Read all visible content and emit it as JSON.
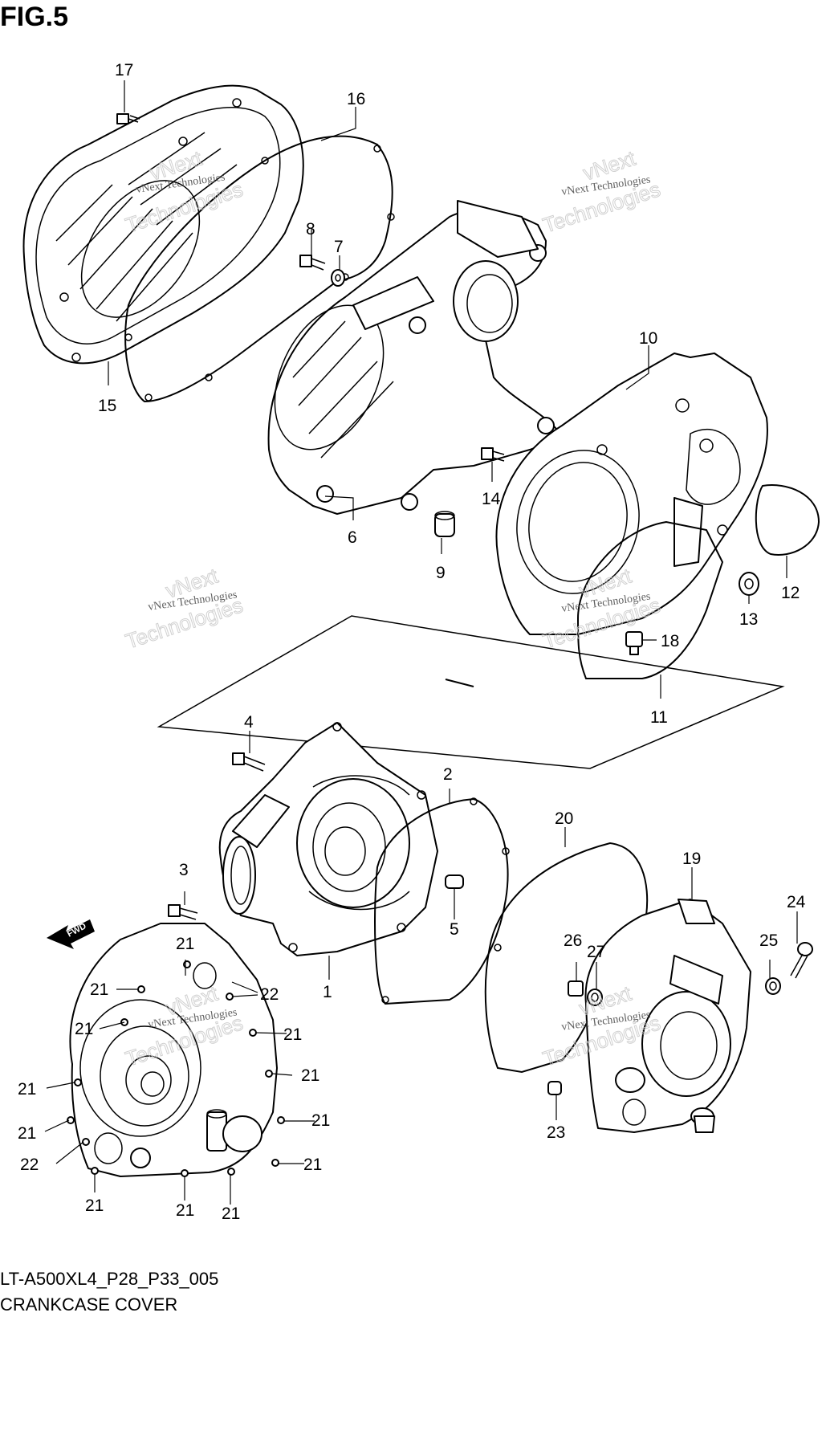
{
  "figure": {
    "title": "FIG.5",
    "code": "LT-A500XL4_P28_P33_005",
    "caption": "CRANKCASE COVER"
  },
  "watermarks": {
    "brand_small": "vNext Technologies",
    "brand_line1": "vNext",
    "brand_line2": "Technologies"
  },
  "fwd_arrow": {
    "label": "FWD"
  },
  "callouts": {
    "c1": "1",
    "c2": "2",
    "c3": "3",
    "c4": "4",
    "c5": "5",
    "c6": "6",
    "c7": "7",
    "c8": "8",
    "c9": "9",
    "c10": "10",
    "c11": "11",
    "c12": "12",
    "c13": "13",
    "c14": "14",
    "c15": "15",
    "c16": "16",
    "c17": "17",
    "c18": "18",
    "c19": "19",
    "c20": "20",
    "c21": "21",
    "c22": "22",
    "c23": "23",
    "c24": "24",
    "c25": "25",
    "c26": "26",
    "c27": "27"
  }
}
